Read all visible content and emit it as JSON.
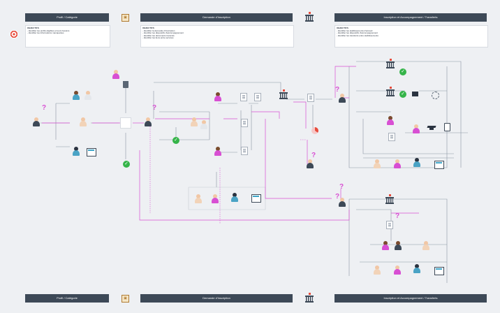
{
  "phases": [
    {
      "key": "p1",
      "label": "Profil / Catégorie",
      "icon": "box-icon"
    },
    {
      "key": "p2",
      "label": "Demande d'Inscription",
      "icon": "box-icon"
    },
    {
      "key": "p3",
      "label": "Inscription et Accompagnement / Transferts",
      "icon": "government-building-icon"
    }
  ],
  "objectives": [
    {
      "title": "OBJECTIFS",
      "lines": [
        "- Identifier les profils éligibles et leurs besoins",
        "- Identifier les informations manquantes"
      ]
    },
    {
      "title": "OBJECTIFS",
      "lines": [
        "- Identifier la demande d'inscription",
        "- Identifier les dispositifs d'accompagnement",
        "- Identifier les documents transmis",
        "- Identifier les liens entre services"
      ]
    },
    {
      "title": "OBJECTIFS",
      "lines": [
        "- Identifier les établissements d'accueil",
        "- Identifier les dispositifs d'accompagnement",
        "- Identifier les transferts entre établissements"
      ]
    }
  ],
  "colors": {
    "accent": "#d84fd3",
    "bar": "#3d4957",
    "line": "#8a95a3",
    "success": "#35b449",
    "background": "#eef0f3"
  }
}
